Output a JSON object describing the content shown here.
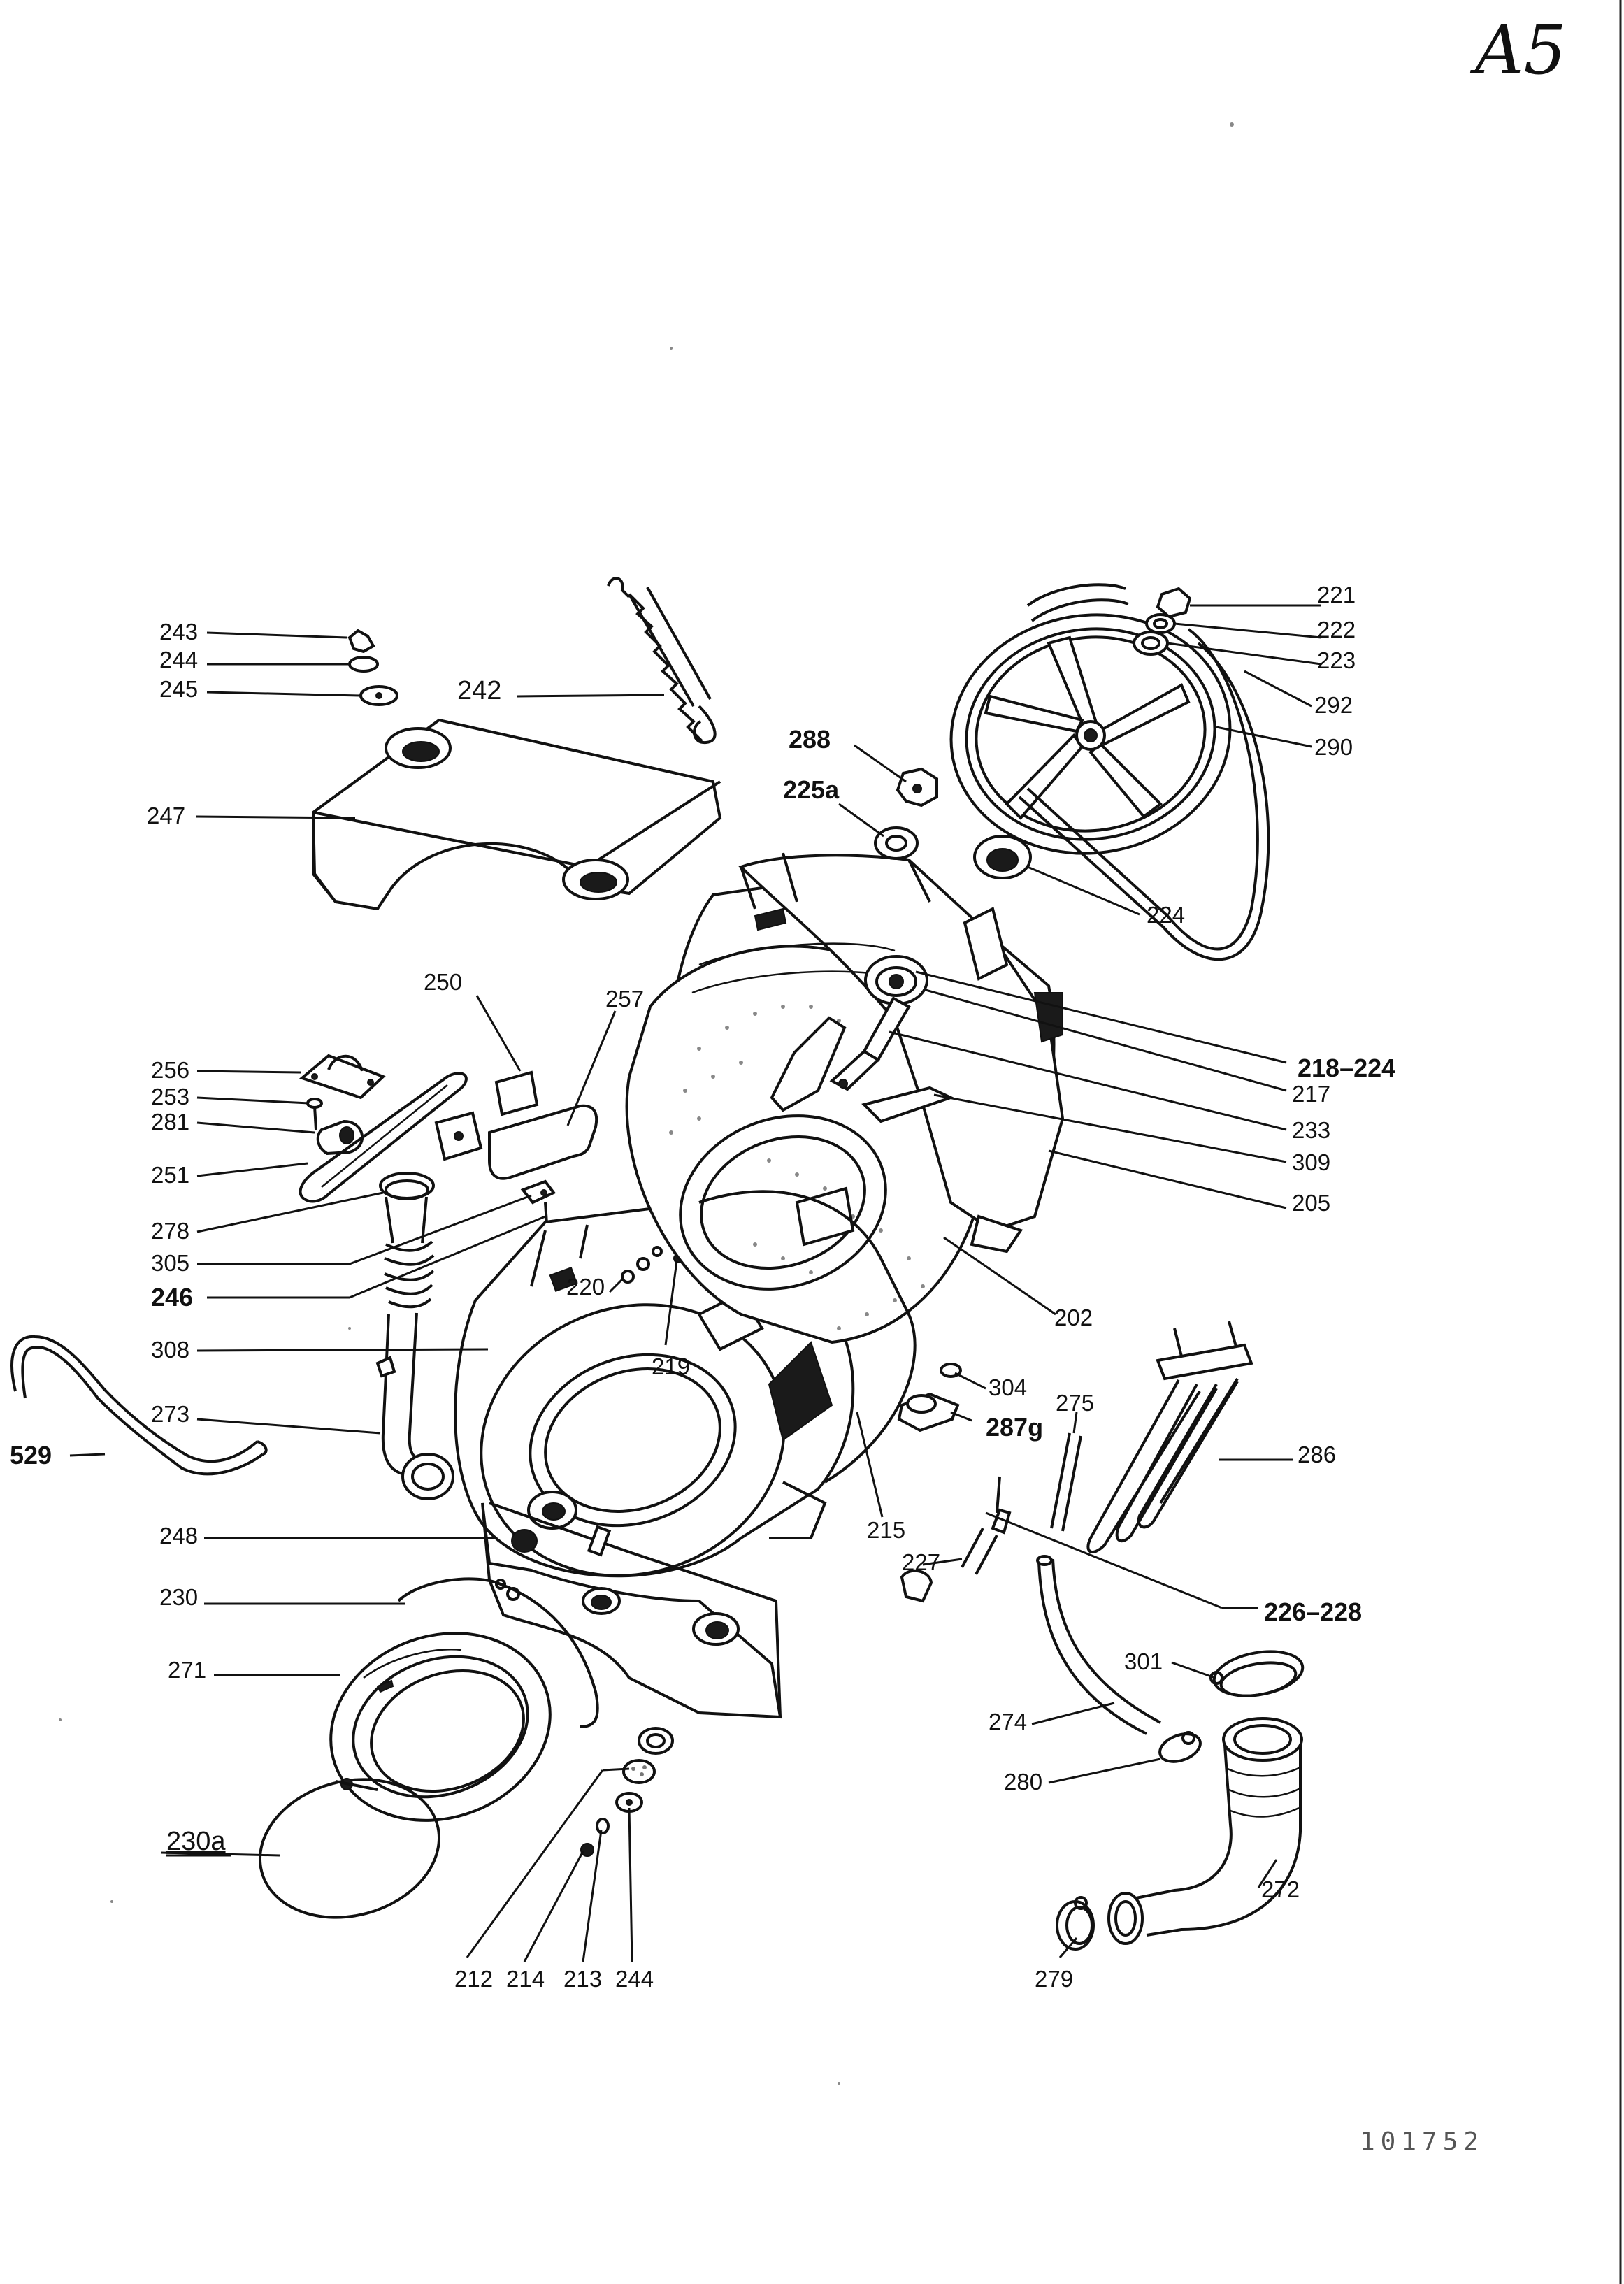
{
  "page": {
    "corner_mark": "A5",
    "doc_number": "101752"
  },
  "labels": [
    {
      "id": "243",
      "text": "243"
    },
    {
      "id": "244a",
      "text": "244"
    },
    {
      "id": "245",
      "text": "245"
    },
    {
      "id": "242",
      "text": "242"
    },
    {
      "id": "247",
      "text": "247"
    },
    {
      "id": "250",
      "text": "250"
    },
    {
      "id": "257",
      "text": "257"
    },
    {
      "id": "256",
      "text": "256"
    },
    {
      "id": "253",
      "text": "253"
    },
    {
      "id": "281",
      "text": "281"
    },
    {
      "id": "251",
      "text": "251"
    },
    {
      "id": "278",
      "text": "278"
    },
    {
      "id": "305",
      "text": "305"
    },
    {
      "id": "246",
      "text": "246"
    },
    {
      "id": "308",
      "text": "308"
    },
    {
      "id": "273",
      "text": "273"
    },
    {
      "id": "529",
      "text": "529"
    },
    {
      "id": "248",
      "text": "248"
    },
    {
      "id": "230",
      "text": "230"
    },
    {
      "id": "271",
      "text": "271"
    },
    {
      "id": "230a",
      "text": "230a"
    },
    {
      "id": "212",
      "text": "212"
    },
    {
      "id": "214",
      "text": "214"
    },
    {
      "id": "213",
      "text": "213"
    },
    {
      "id": "244b",
      "text": "244"
    },
    {
      "id": "220",
      "text": "220"
    },
    {
      "id": "219",
      "text": "219"
    },
    {
      "id": "288",
      "text": "288"
    },
    {
      "id": "225a",
      "text": "225a"
    },
    {
      "id": "221",
      "text": "221"
    },
    {
      "id": "222",
      "text": "222"
    },
    {
      "id": "223",
      "text": "223"
    },
    {
      "id": "292",
      "text": "292"
    },
    {
      "id": "290",
      "text": "290"
    },
    {
      "id": "224",
      "text": "224"
    },
    {
      "id": "218-224",
      "text": "218–224"
    },
    {
      "id": "217",
      "text": "217"
    },
    {
      "id": "233",
      "text": "233"
    },
    {
      "id": "309",
      "text": "309"
    },
    {
      "id": "205",
      "text": "205"
    },
    {
      "id": "202",
      "text": "202"
    },
    {
      "id": "304",
      "text": "304"
    },
    {
      "id": "287g",
      "text": "287g"
    },
    {
      "id": "275",
      "text": "275"
    },
    {
      "id": "286",
      "text": "286"
    },
    {
      "id": "215",
      "text": "215"
    },
    {
      "id": "227",
      "text": "227"
    },
    {
      "id": "226-228",
      "text": "226–228"
    },
    {
      "id": "301",
      "text": "301"
    },
    {
      "id": "274",
      "text": "274"
    },
    {
      "id": "280",
      "text": "280"
    },
    {
      "id": "272",
      "text": "272"
    },
    {
      "id": "279",
      "text": "279"
    }
  ]
}
